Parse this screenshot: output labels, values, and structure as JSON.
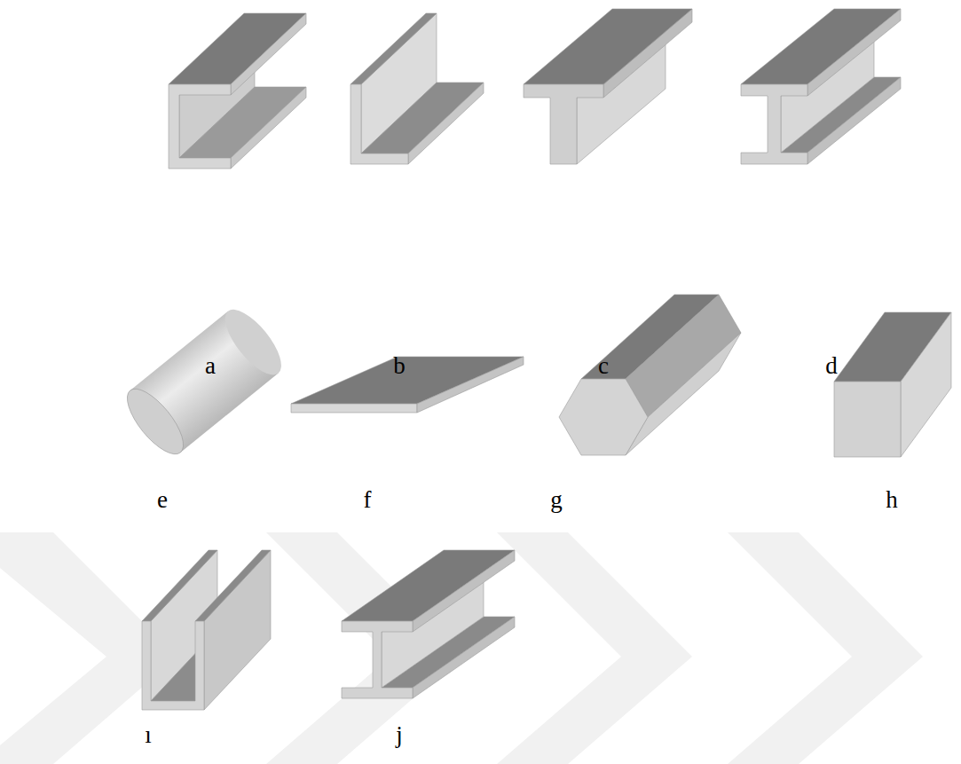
{
  "diagram": {
    "labels": [
      "a",
      "b",
      "c",
      "d",
      "e",
      "f",
      "g",
      "h",
      "ı",
      "j"
    ]
  }
}
